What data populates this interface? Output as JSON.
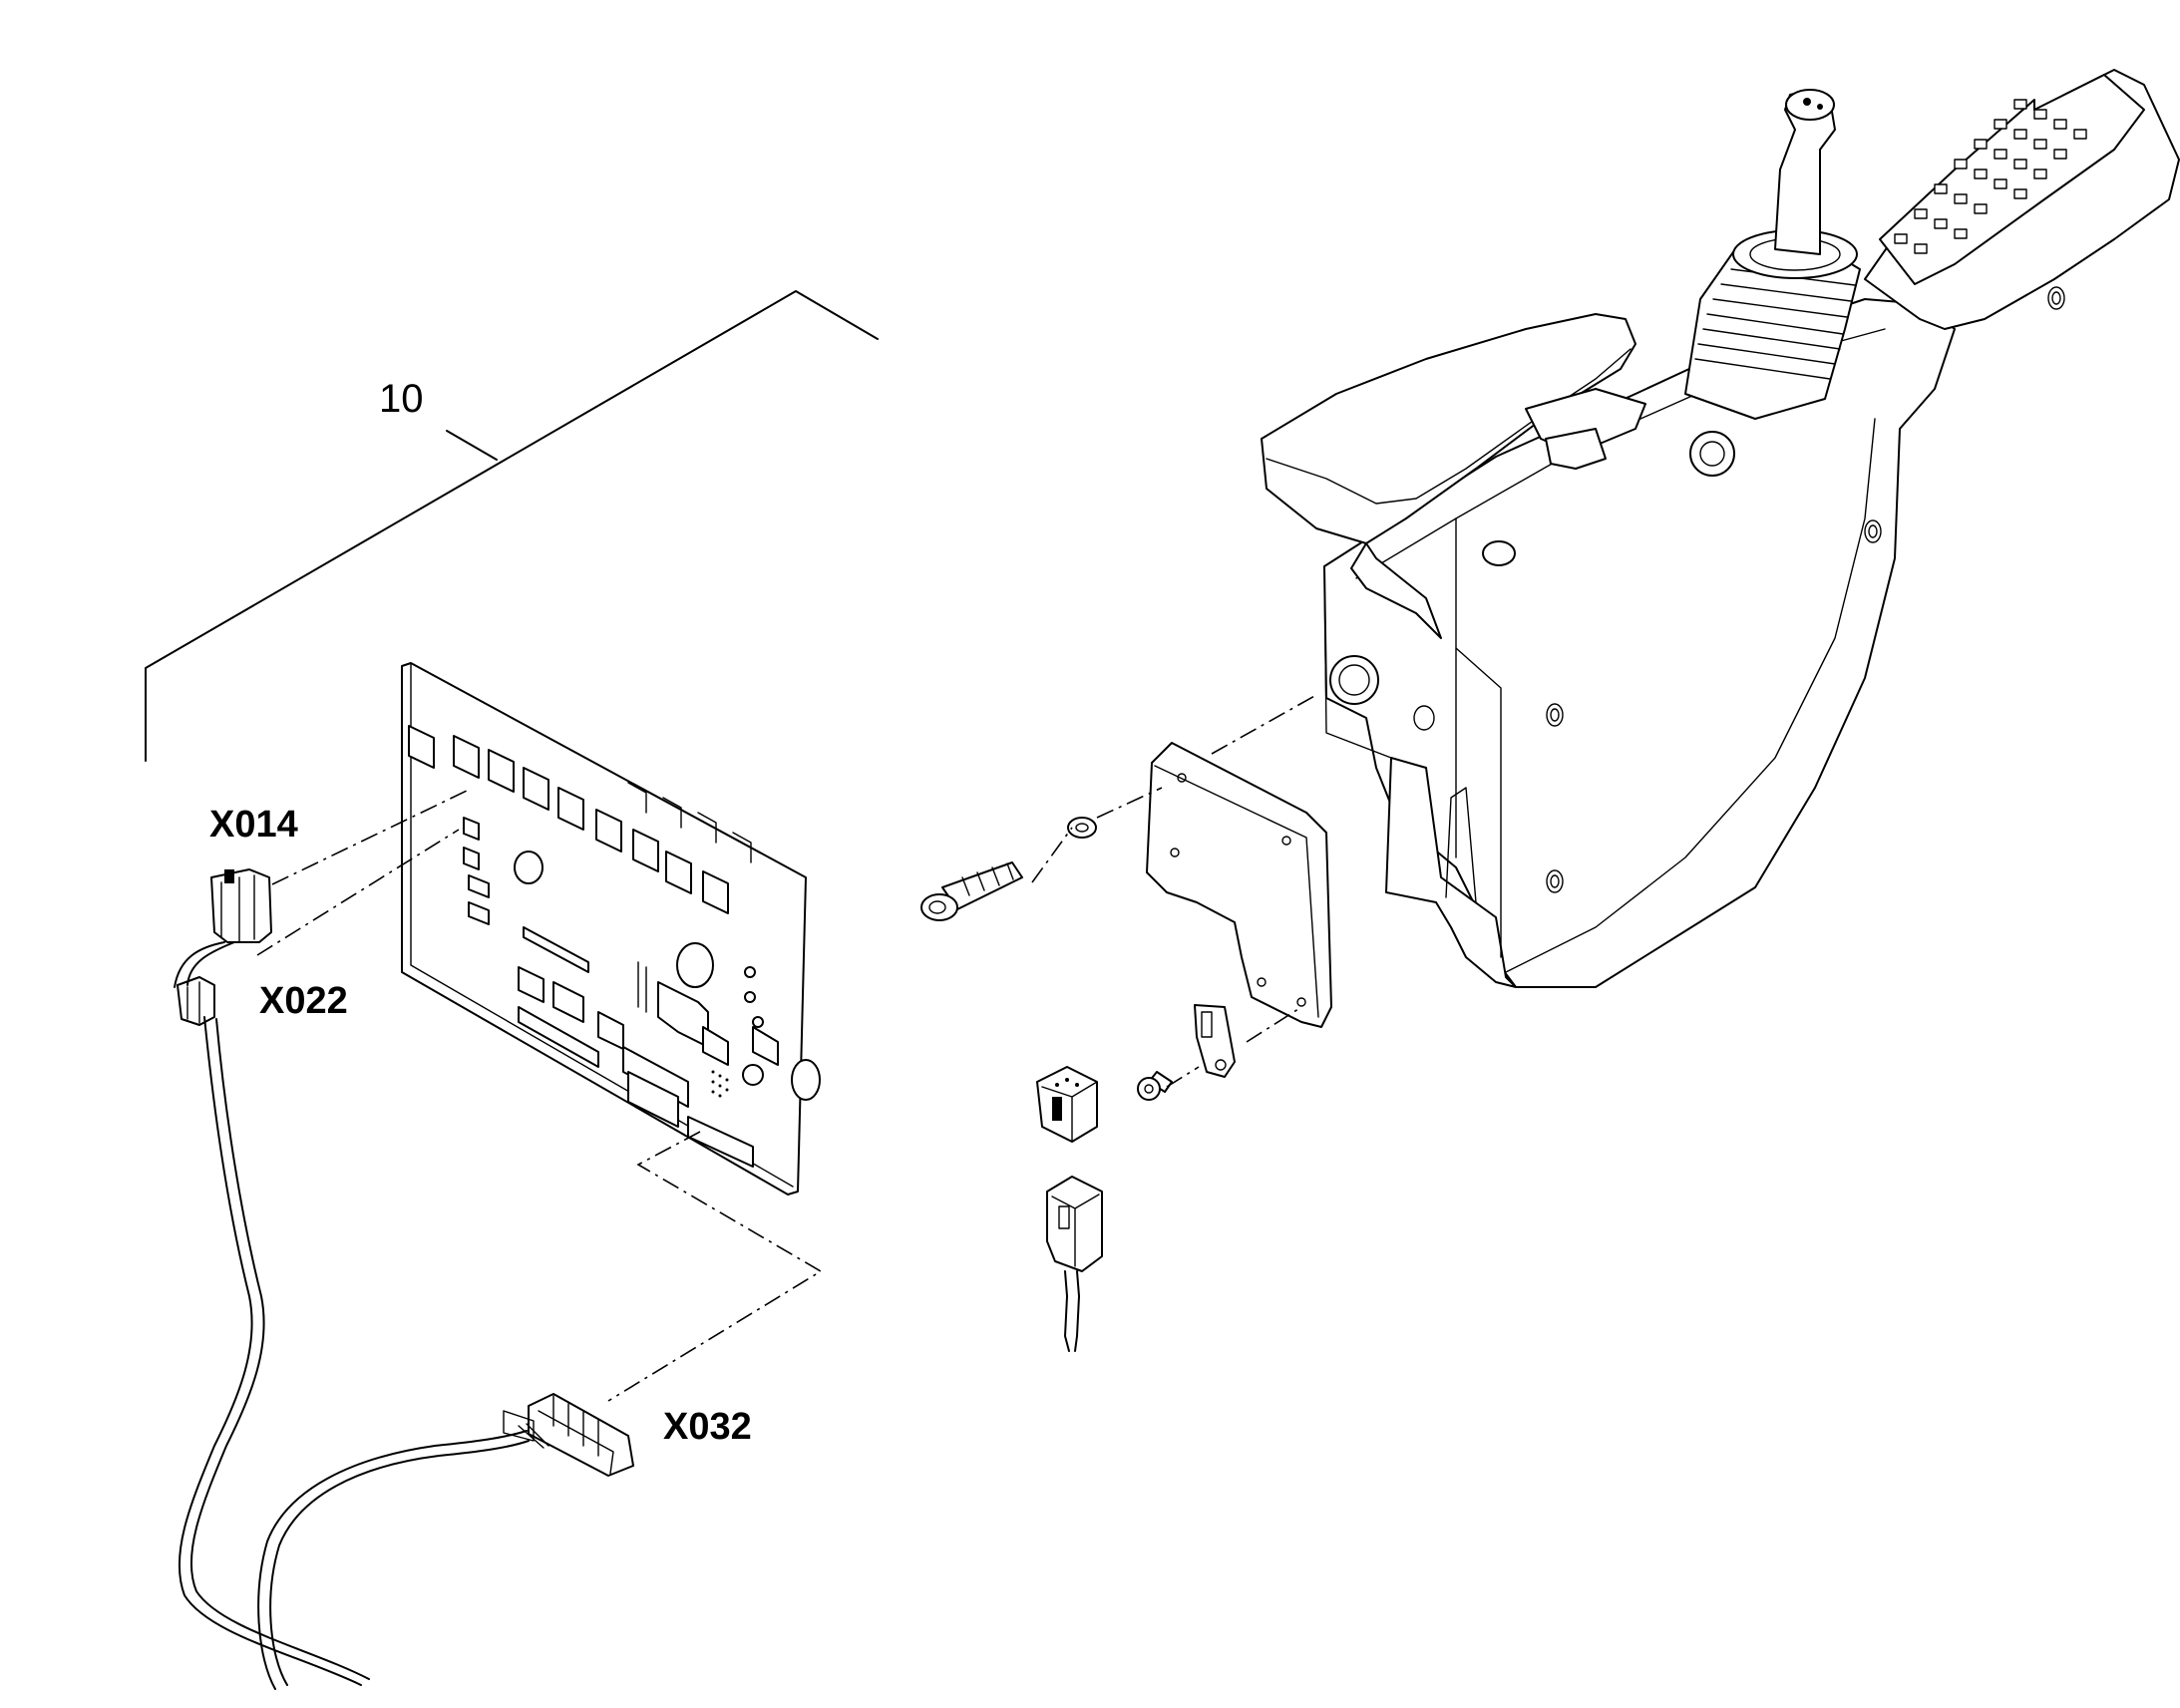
{
  "labels": {
    "assembly_ref": "10",
    "connector_x014": "X014",
    "connector_x022": "X022",
    "connector_x032": "X032"
  }
}
